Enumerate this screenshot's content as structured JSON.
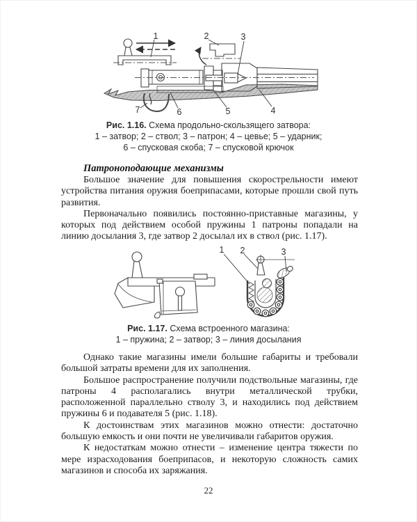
{
  "figure1": {
    "label": "Рис. 1.16.",
    "title": "Схема продольно-скользящего затвора:",
    "legend_line1": "1 – затвор; 2 – ствол; 3 – патрон; 4 – цевье; 5 – ударник;",
    "legend_line2": "6 – спусковая скоба; 7 – спусковой крючок",
    "callouts": [
      "1",
      "2",
      "3",
      "4",
      "5",
      "6",
      "7"
    ]
  },
  "section": {
    "heading": "Патроноподающие механизмы"
  },
  "body": {
    "p1": "Большое значение для повышения скорострельности имеют устройства питания оружия боеприпасами, которые прошли свой путь развития.",
    "p2": "Первоначально появились постоянно-приставные магазины, у которых под действием особой пружины 1 патроны попадали на линию досылания 3, где затвор 2 досылал их в ствол (рис. 1.17).",
    "p3": "Однако такие магазины имели большие габариты и требовали большой затраты времени для их заполнения.",
    "p4": "Большое распространение получили подствольные магазины, где патроны 4 располагались внутри металлической трубки, расположенной параллельно стволу 3, и находились под действием пружины 6 и подавателя 5 (рис. 1.18).",
    "p5": "К достоинствам этих магазинов можно отнести: достаточно большую емкость и они почти не увеличивали габаритов оружия.",
    "p6": "К недостаткам можно отнести – изменение центра тяжести по мере израсходования боеприпасов, и некоторую сложность самих магазинов и способа их заряжания."
  },
  "figure2": {
    "label": "Рис. 1.17.",
    "title": "Схема встроенного магазина:",
    "legend_line1": "1 – пружина; 2 – затвор; 3 – линия досылания",
    "callouts": [
      "1",
      "2",
      "3"
    ]
  },
  "page": {
    "number": "22"
  }
}
